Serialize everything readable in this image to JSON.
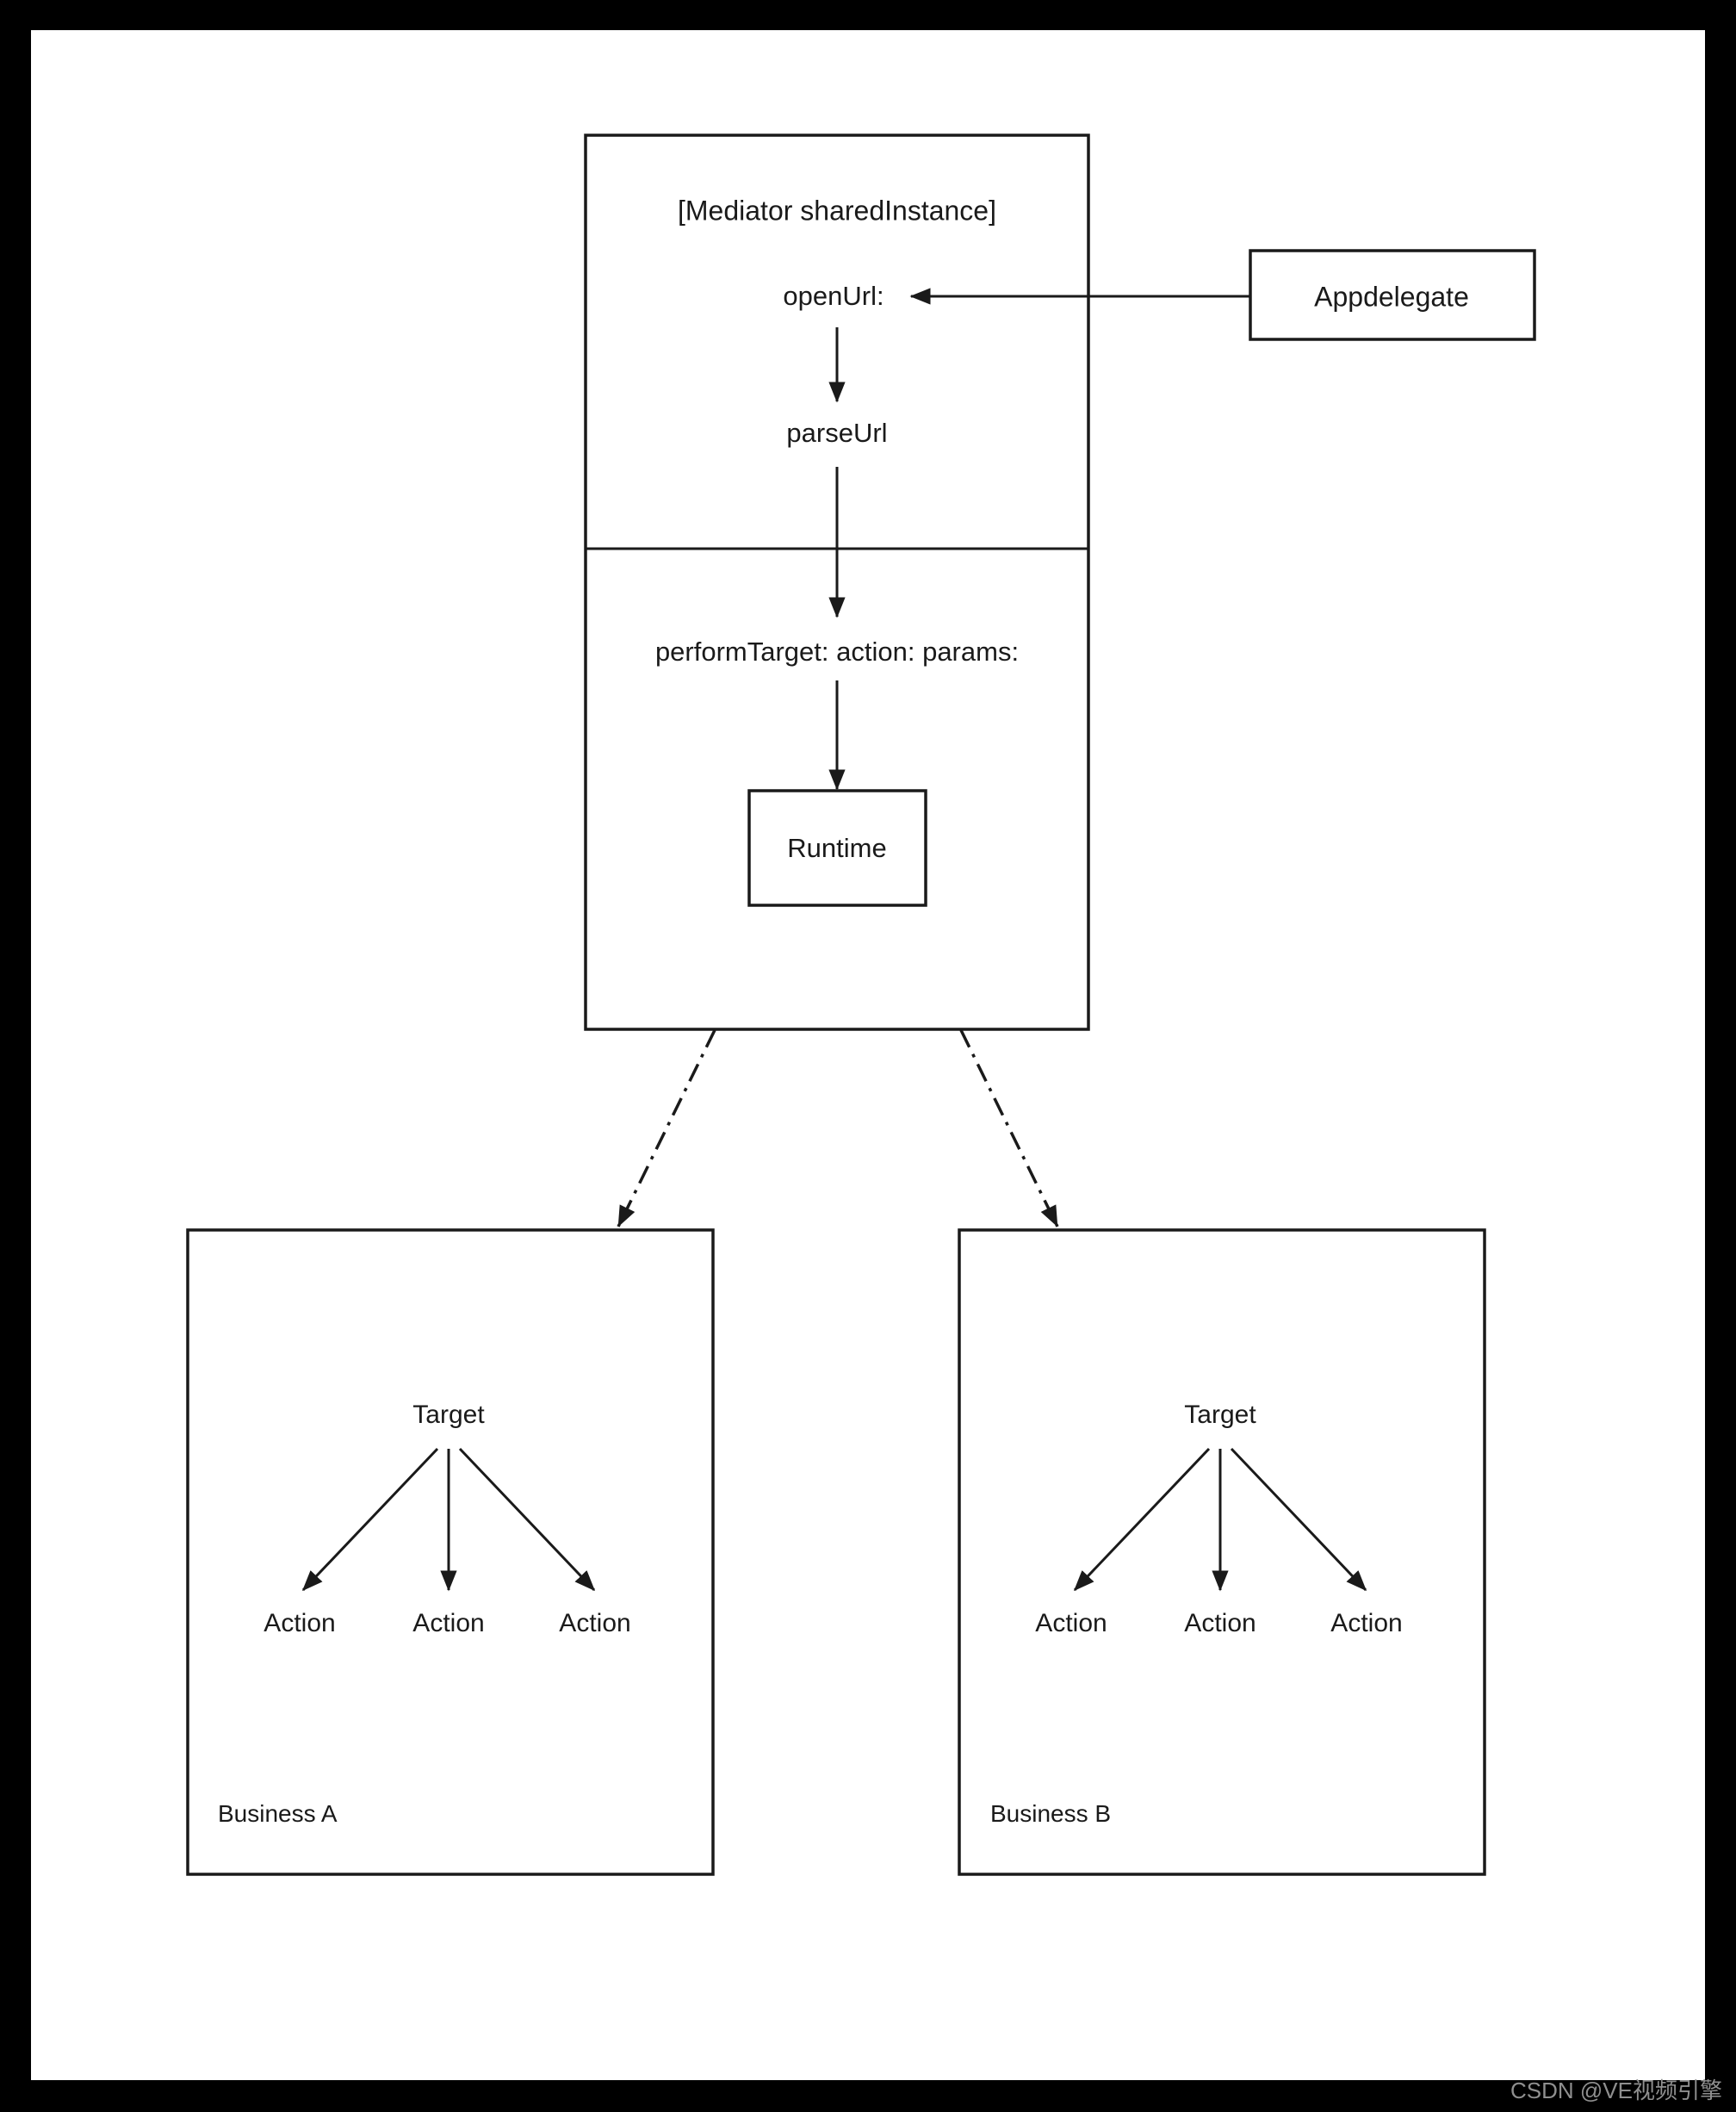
{
  "canvas": {
    "background": "#ffffff",
    "outer_background": "#000000",
    "stroke_color": "#1a1a1a",
    "text_color": "#1a1a1a"
  },
  "diagram": {
    "type": "flow-diagram",
    "mediator": {
      "title": "[Mediator sharedInstance]",
      "upper_section": {
        "steps": [
          {
            "label": "openUrl:"
          },
          {
            "label": "parseUrl"
          }
        ]
      },
      "lower_section": {
        "steps": [
          {
            "label": "performTarget: action: params:"
          }
        ],
        "box": {
          "label": "Runtime"
        }
      }
    },
    "appdelegate": {
      "label": "Appdelegate"
    },
    "businesses": [
      {
        "name": "Business A",
        "target_label": "Target",
        "actions": [
          "Action",
          "Action",
          "Action"
        ]
      },
      {
        "name": "Business B",
        "target_label": "Target",
        "actions": [
          "Action",
          "Action",
          "Action"
        ]
      }
    ],
    "connectors": [
      {
        "from": "Appdelegate",
        "to": "openUrl:",
        "style": "solid-arrow"
      },
      {
        "from": "openUrl:",
        "to": "parseUrl",
        "style": "solid-arrow"
      },
      {
        "from": "parseUrl",
        "to": "performTarget: action: params:",
        "style": "solid-arrow"
      },
      {
        "from": "performTarget: action: params:",
        "to": "Runtime",
        "style": "solid-arrow"
      },
      {
        "from": "[Mediator sharedInstance]",
        "to": "Business A",
        "style": "dash-dot-arrow"
      },
      {
        "from": "[Mediator sharedInstance]",
        "to": "Business B",
        "style": "dash-dot-arrow"
      }
    ]
  },
  "watermark": {
    "text": "CSDN @VE视频引擎"
  }
}
